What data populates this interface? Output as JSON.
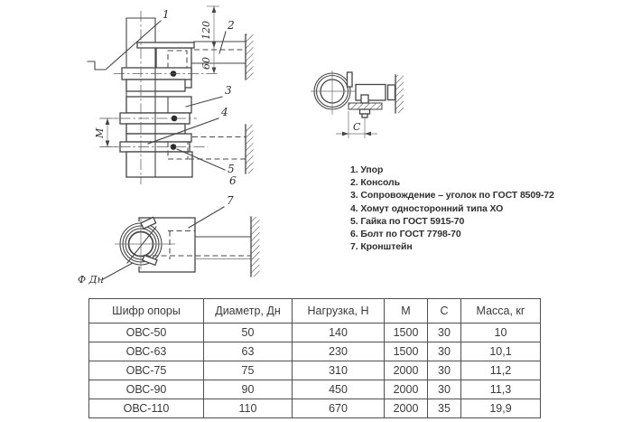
{
  "drawing": {
    "main": {
      "callout_1": "1",
      "callout_2": "2",
      "callout_3": "3",
      "callout_4": "4",
      "callout_5": "5",
      "callout_6": "6",
      "dim_top": "120",
      "dim_mid": "60",
      "dim_left": "М"
    },
    "top_view": {
      "dim_c": "С"
    },
    "side_view": {
      "callout_7": "7",
      "diameter_label": "Ф Дн"
    }
  },
  "legend": {
    "items": [
      "1. Упор",
      "2. Консоль",
      "3. Сопровождение – уголок по ГОСТ 8509-72",
      "4. Хомут односторонний типа ХО",
      "5. Гайка по ГОСТ 5915-70",
      "6. Болт по ГОСТ 7798-70",
      "7. Кронштейн"
    ]
  },
  "table": {
    "headers": [
      "Шифр опоры",
      "Диаметр, Дн",
      "Нагрузка, Н",
      "М",
      "С",
      "Масса, кг"
    ],
    "rows": [
      [
        "ОВС-50",
        "50",
        "140",
        "1500",
        "30",
        "10"
      ],
      [
        "ОВС-63",
        "63",
        "230",
        "1500",
        "30",
        "10,1"
      ],
      [
        "ОВС-75",
        "75",
        "310",
        "2000",
        "30",
        "11,2"
      ],
      [
        "ОВС-90",
        "90",
        "450",
        "2000",
        "30",
        "11,3"
      ],
      [
        "ОВС-110",
        "110",
        "670",
        "2000",
        "35",
        "19,9"
      ]
    ]
  }
}
